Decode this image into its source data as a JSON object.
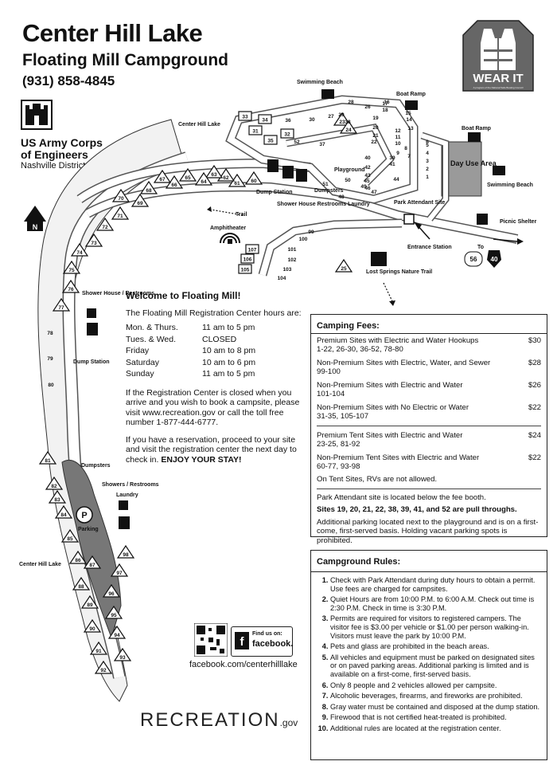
{
  "header": {
    "title": "Center Hill Lake",
    "subtitle": "Floating Mill Campground",
    "phone": "(931) 858-4845"
  },
  "corps": {
    "name": "US Army Corps of Engineers",
    "district": "Nashville District"
  },
  "wear_it": {
    "label": "WEAR IT",
    "tagline": "A program of the National Safe Boating Council"
  },
  "map_labels": {
    "lake_north": "Center Hill Lake",
    "lake_south": "Center Hill Lake",
    "swimming_beach_top": "Swimming Beach",
    "boat_ramp_1": "Boat Ramp",
    "boat_ramp_2": "Boat Ramp",
    "day_use": "Day Use Area",
    "swimming_beach_right": "Swimming Beach",
    "picnic_shelter": "Picnic Shelter",
    "playground": "Playground",
    "dumpsters_top": "Dumpsters",
    "dump_station_top": "Dump Station",
    "shower_top": "Shower House Restrooms Laundry",
    "park_attendant": "Park Attendant Site",
    "entrance_station": "Entrance Station",
    "trail": "Trail",
    "amphitheater": "Amphitheater",
    "lost_springs": "Lost Springs Nature Trail",
    "to_routes": "To",
    "route_56": "56",
    "route_40": "40",
    "shower_left": "Shower House / Restrooms",
    "dump_station_left": "Dump Station",
    "dumpsters_left": "Dumpsters",
    "showers_restrooms_bottom": "Showers / Restrooms",
    "laundry_bottom": "Laundry",
    "parking": "Parking",
    "compass": "N"
  },
  "welcome": {
    "title": "Welcome to Floating Mill!",
    "intro": "The Floating Mill Registration Center hours are:",
    "hours": [
      {
        "day": "Mon. & Thurs.",
        "time": "11 am to 5 pm"
      },
      {
        "day": "Tues. & Wed.",
        "time": "CLOSED"
      },
      {
        "day": "Friday",
        "time": "10 am to 8 pm"
      },
      {
        "day": "Saturday",
        "time": "10 am to 6 pm"
      },
      {
        "day": "Sunday",
        "time": "11 am to 5 pm"
      }
    ],
    "closed_text": "If the Registration Center is closed when you arrive and you wish to book a campsite, please visit www.recreation.gov or call the toll free number 1-877-444-6777.",
    "reservation_text": "If you have a reservation, proceed to your site and visit the registration center the next day to check in.",
    "enjoy": "ENJOY YOUR STAY!"
  },
  "fees": {
    "title": "Camping Fees:",
    "rows": [
      {
        "name": "Premium Sites with Electric and Water Hookups",
        "sites": "1-22, 26-30, 36-52, 78-80",
        "price": "$30"
      },
      {
        "name": "Non-Premium Sites with Electric, Water, and Sewer",
        "sites": "99-100",
        "price": "$28"
      },
      {
        "name": "Non-Premium Sites with Electric and Water",
        "sites": "101-104",
        "price": "$26"
      },
      {
        "name": "Non-Premium Sites with No Electric or Water",
        "sites": "31-35, 105-107",
        "price": "$22"
      },
      {
        "name": "Premium Tent Sites with Electric and Water",
        "sites": "23-25, 81-92",
        "price": "$24"
      },
      {
        "name": "Non-Premium Tent Sites with Electric and Water",
        "sites": "60-77, 93-98",
        "price": "$22"
      }
    ],
    "tent_note": "On Tent Sites, RVs are not allowed.",
    "attendant_note": "Park Attendant site is located below the fee booth.",
    "pull_throughs": "Sites 19, 20, 21, 22, 38, 39, 41, and 52 are pull throughs.",
    "parking_note": "Additional parking located next to the playground and is on a first-come, first-served basis. Holding vacant parking spots is prohibited."
  },
  "rules": {
    "title": "Campground Rules:",
    "items": [
      "Check with Park Attendant during duty hours to obtain a permit. Use fees are charged for campsites.",
      "Quiet Hours are from 10:00 P.M. to 6:00 A.M. Check out time is 2:30 P.M. Check in time is 3:30 P.M.",
      "Permits are required for visitors to registered campers. The visitor fee is $3.00 per vehicle or $1.00 per person walking-in. Visitors must leave the park by 10:00 P.M.",
      "Pets and glass are prohibited in the beach areas.",
      "All vehicles and equipment must be parked on designated sites or on paved parking areas. Additional parking is limited and is available on a first-come, first-served basis.",
      "Only 8 people and 2 vehicles allowed per campsite.",
      "Alcoholic beverages, firearms, and fireworks are prohibited.",
      "Gray water must be contained and disposed at the dump station.",
      "Firewood that is not certified heat-treated is prohibited.",
      "Additional rules are located at the registration center."
    ]
  },
  "social": {
    "fb_small": "Find us on:",
    "fb_big": "facebook.",
    "url": "facebook.com/centerhilllake"
  },
  "recreation": {
    "name": "RECREATION",
    "suffix": ".gov"
  },
  "sites": {
    "triangles": [
      "60",
      "61",
      "62",
      "63",
      "64",
      "65",
      "66",
      "67",
      "68",
      "69",
      "70",
      "71",
      "72",
      "73",
      "74",
      "75",
      "76",
      "77",
      "81",
      "82",
      "83",
      "84",
      "85",
      "86",
      "87",
      "88",
      "89",
      "90",
      "91",
      "92",
      "93",
      "94",
      "95",
      "96",
      "97",
      "98",
      "23",
      "24",
      "25"
    ],
    "squares": [
      "31",
      "32",
      "33",
      "34",
      "35",
      "105",
      "106",
      "107"
    ],
    "plain": [
      "1",
      "2",
      "3",
      "4",
      "5",
      "6",
      "7",
      "8",
      "9",
      "10",
      "11",
      "12",
      "13",
      "14",
      "15",
      "16",
      "17",
      "18",
      "19",
      "20",
      "21",
      "22",
      "26",
      "27",
      "28",
      "29",
      "30",
      "36",
      "37",
      "38",
      "39",
      "40",
      "41",
      "42",
      "43",
      "44",
      "45",
      "46",
      "47",
      "48",
      "49",
      "50",
      "51",
      "52",
      "78",
      "79",
      "80",
      "99",
      "100",
      "101",
      "102",
      "103",
      "104"
    ]
  },
  "colors": {
    "road": "#ffffff",
    "road_outline": "#555555",
    "lake_fill": "#f2f2f2",
    "parking_fill": "#777777",
    "day_use_fill": "#9a9a9a",
    "water_hookup_swatch": "#888888"
  }
}
